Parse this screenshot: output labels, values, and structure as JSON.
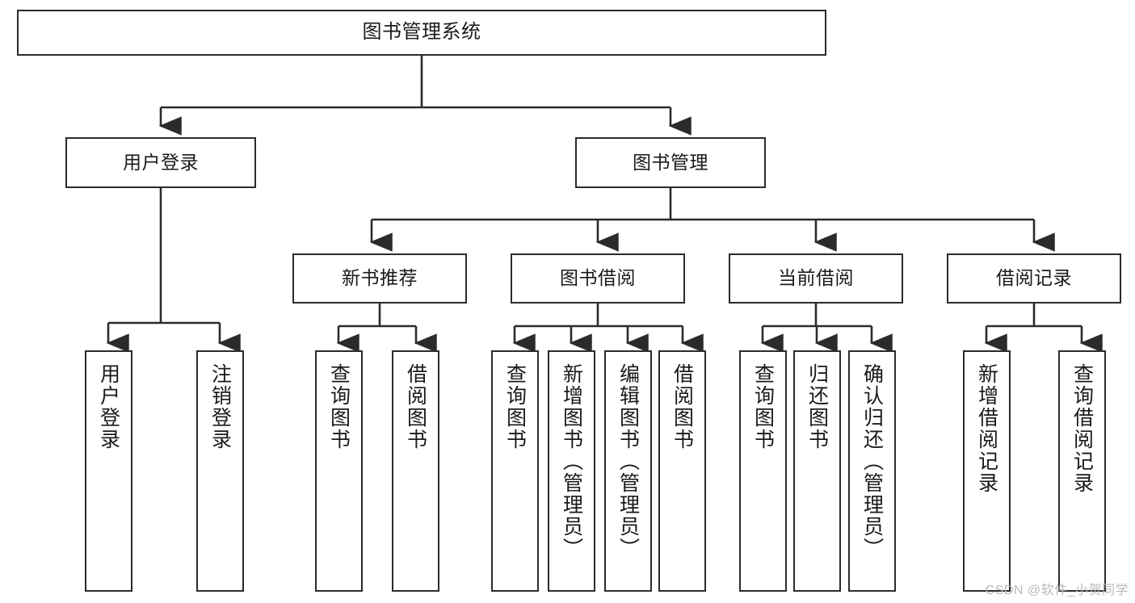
{
  "diagram": {
    "type": "tree-hierarchy-chart",
    "title": "图书管理系统",
    "watermark": "CSDN @软件_小贺同学",
    "colors": {
      "box_border": "#2b2b2b",
      "box_fill": "#ffffff",
      "connector": "#2b2b2b",
      "text": "#1a1a1a",
      "watermark": "#b9b9b9",
      "background": "#ffffff"
    },
    "levels": {
      "level1": [
        {
          "id": "root",
          "label": "图书管理系统"
        }
      ],
      "level2": [
        {
          "id": "user-login",
          "label": "用户登录"
        },
        {
          "id": "book-management",
          "label": "图书管理"
        }
      ],
      "level3": [
        {
          "id": "new-book-recommend",
          "label": "新书推荐",
          "parent": "book-management"
        },
        {
          "id": "book-borrow",
          "label": "图书借阅",
          "parent": "book-management"
        },
        {
          "id": "current-borrow",
          "label": "当前借阅",
          "parent": "book-management"
        },
        {
          "id": "borrow-record",
          "label": "借阅记录",
          "parent": "book-management"
        }
      ],
      "level4": [
        {
          "id": "leaf-user-login",
          "label": "用户登录",
          "parent": "user-login"
        },
        {
          "id": "leaf-logout",
          "label": "注销登录",
          "parent": "user-login"
        },
        {
          "id": "leaf-query-book-1",
          "label": "查询图书",
          "parent": "new-book-recommend"
        },
        {
          "id": "leaf-borrow-book-1",
          "label": "借阅图书",
          "parent": "new-book-recommend"
        },
        {
          "id": "leaf-query-book-2",
          "label": "查询图书",
          "parent": "book-borrow"
        },
        {
          "id": "leaf-add-book",
          "label": "新增图书（管理员）",
          "parent": "book-borrow"
        },
        {
          "id": "leaf-edit-book",
          "label": "编辑图书（管理员）",
          "parent": "book-borrow"
        },
        {
          "id": "leaf-borrow-book-2",
          "label": "借阅图书",
          "parent": "book-borrow"
        },
        {
          "id": "leaf-query-book-3",
          "label": "查询图书",
          "parent": "current-borrow"
        },
        {
          "id": "leaf-return-book",
          "label": "归还图书",
          "parent": "current-borrow"
        },
        {
          "id": "leaf-confirm-return",
          "label": "确认归还（管理员）",
          "parent": "current-borrow"
        },
        {
          "id": "leaf-add-record",
          "label": "新增借阅记录",
          "parent": "borrow-record"
        },
        {
          "id": "leaf-query-record",
          "label": "查询借阅记录",
          "parent": "borrow-record"
        }
      ]
    }
  }
}
